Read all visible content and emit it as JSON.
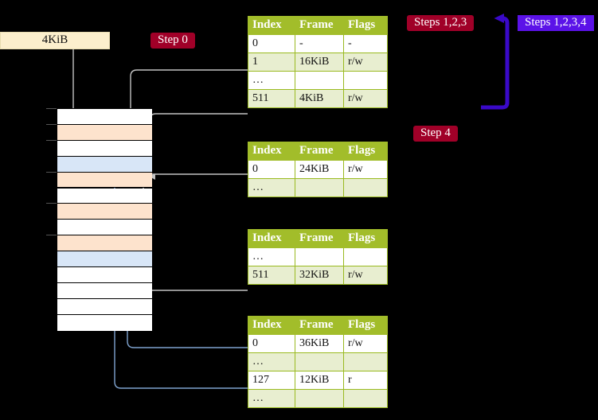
{
  "diagram": {
    "title_icons": {
      "size_label": "size-label",
      "step_label": "step-badge"
    },
    "size_label": "4KiB",
    "step0_label": "Step 0",
    "step4_label": "Step 4",
    "steps123_label": "Steps 1,2,3",
    "steps1234_label": "Steps 1,2,3,4",
    "colors": {
      "table_header": "#a2bd2a",
      "table_alt_row": "#e8eed0",
      "highlight": "#ffff99",
      "step_badge": "#a00028",
      "purple_badge": "#5b12e8",
      "size_badge": "#fcefcd",
      "mem_orange": "#fde3cd",
      "mem_blue": "#d8e6f7",
      "arrow_gray": "#bfbfbf",
      "arrow_blue": "#7fa3cf"
    }
  },
  "tables": [
    {
      "name": "level4-table",
      "columns": [
        "Index",
        "Frame",
        "Flags"
      ],
      "rows": [
        {
          "index": "0",
          "frame": "-",
          "flags": "-",
          "alt": false,
          "highlight": false
        },
        {
          "index": "1",
          "frame": "16KiB",
          "flags": "r/w",
          "alt": true,
          "highlight": false
        },
        {
          "index": "…",
          "frame": "",
          "flags": "",
          "alt": false,
          "highlight": false
        },
        {
          "index": "511",
          "frame": "4KiB",
          "flags": "r/w",
          "alt": true,
          "highlight": true
        }
      ]
    },
    {
      "name": "level3-table",
      "columns": [
        "Index",
        "Frame",
        "Flags"
      ],
      "rows": [
        {
          "index": "0",
          "frame": "24KiB",
          "flags": "r/w",
          "alt": false,
          "highlight": false
        },
        {
          "index": "…",
          "frame": "",
          "flags": "",
          "alt": true,
          "highlight": false
        }
      ]
    },
    {
      "name": "level2-table",
      "columns": [
        "Index",
        "Frame",
        "Flags"
      ],
      "rows": [
        {
          "index": "…",
          "frame": "",
          "flags": "",
          "alt": false,
          "highlight": false
        },
        {
          "index": "511",
          "frame": "32KiB",
          "flags": "r/w",
          "alt": true,
          "highlight": false
        }
      ]
    },
    {
      "name": "level1-table",
      "columns": [
        "Index",
        "Frame",
        "Flags"
      ],
      "rows": [
        {
          "index": "0",
          "frame": "36KiB",
          "flags": "r/w",
          "alt": false,
          "highlight": false
        },
        {
          "index": "…",
          "frame": "",
          "flags": "",
          "alt": true,
          "highlight": false
        },
        {
          "index": "127",
          "frame": "12KiB",
          "flags": "r",
          "alt": false,
          "highlight": false
        },
        {
          "index": "…",
          "frame": "",
          "flags": "",
          "alt": true,
          "highlight": false
        }
      ]
    }
  ],
  "memory_column": {
    "name": "physical-memory-column",
    "rows": [
      {
        "fill": "white",
        "tick": true
      },
      {
        "fill": "orange",
        "tick": true
      },
      {
        "fill": "white",
        "tick": true
      },
      {
        "fill": "blue",
        "tick": false
      },
      {
        "fill": "orange",
        "tick": true
      },
      {
        "fill": "white",
        "tick": false
      },
      {
        "fill": "orange",
        "tick": true
      },
      {
        "fill": "white",
        "tick": false
      },
      {
        "fill": "orange",
        "tick": true
      },
      {
        "fill": "blue",
        "tick": false
      },
      {
        "fill": "white",
        "tick": false
      },
      {
        "fill": "white",
        "tick": false
      },
      {
        "fill": "white",
        "tick": false
      },
      {
        "fill": "white",
        "tick": false
      }
    ]
  }
}
